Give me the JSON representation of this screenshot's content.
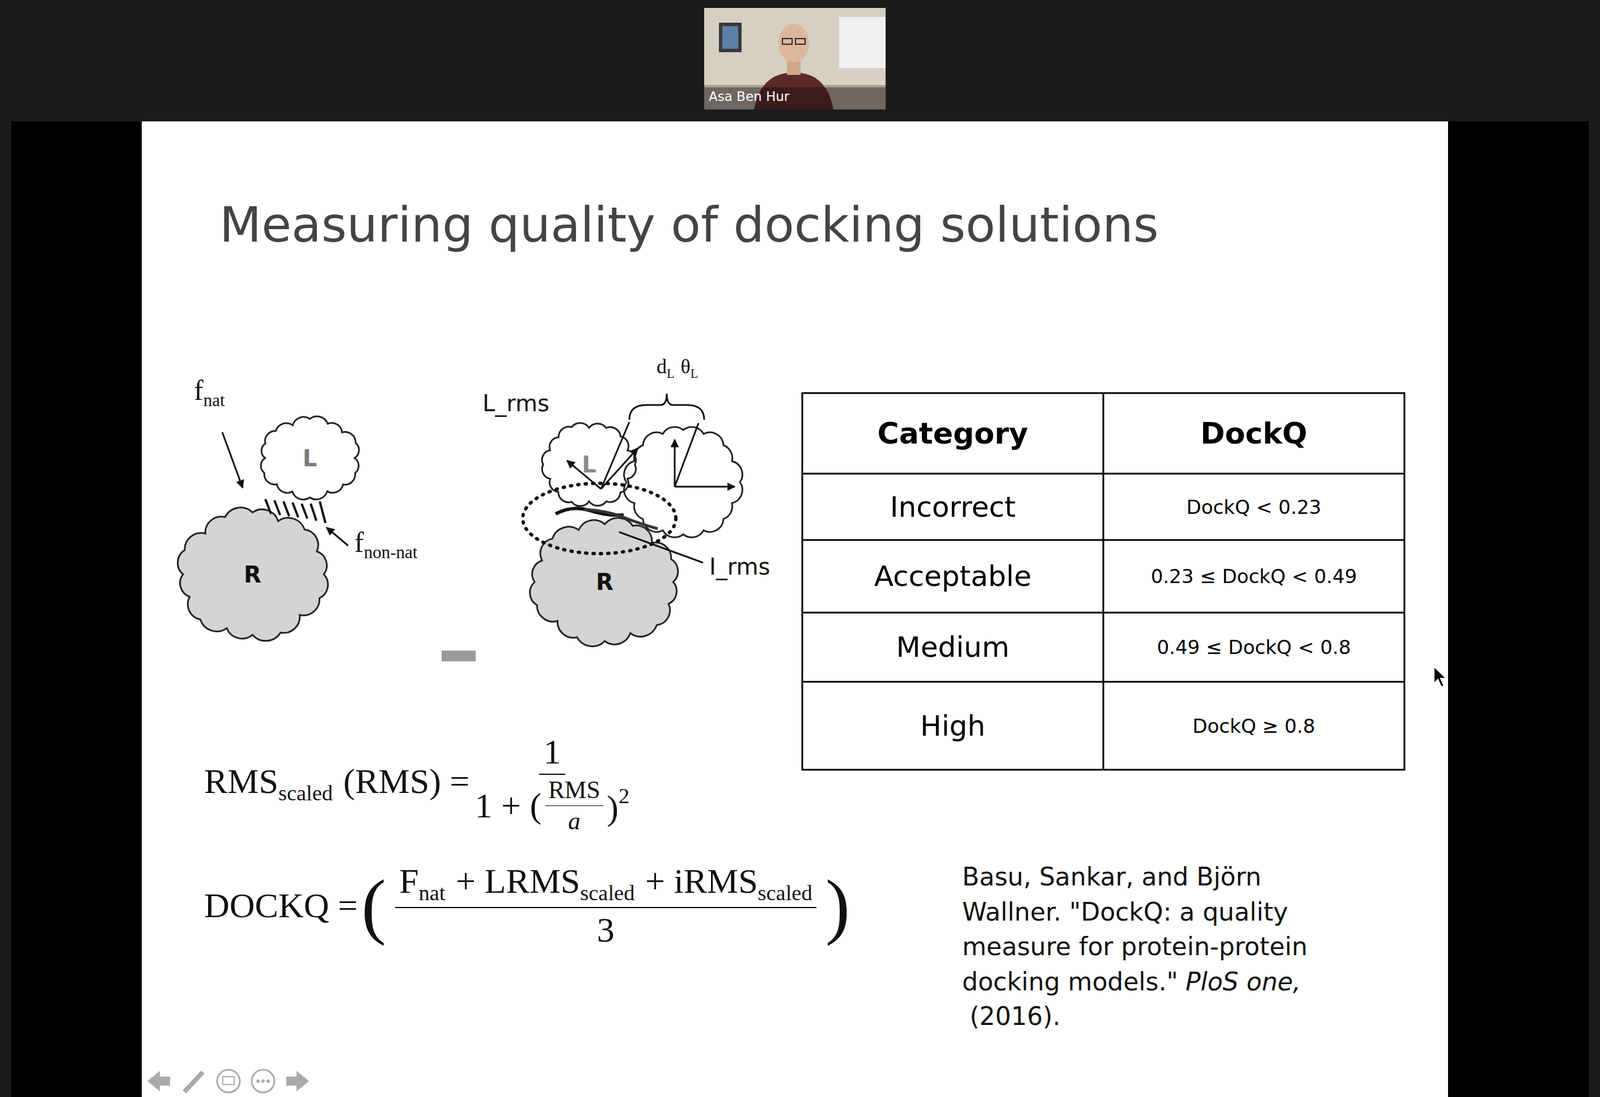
{
  "diagram": {
    "title": "Measuring quality of docking solutions",
    "nodes": [
      {
        "text": [
          "L"
        ]
      },
      {
        "text": [
          "R"
        ]
      },
      {
        "text": [
          "L"
        ]
      },
      {
        "text": [
          "R"
        ]
      }
    ],
    "labels": [
      "Asa Ben Hur",
      "f",
      "nat",
      "f",
      "non-nat",
      "L_rms",
      "d",
      "L",
      "θ",
      "L",
      "I_rms",
      "Category",
      "DockQ",
      "Incorrect",
      "DockQ < 0.23",
      "Acceptable",
      "0.23 ≤ DockQ < 0.49",
      "Medium",
      "0.49 ≤ DockQ < 0.8",
      "High",
      "DockQ ≥ 0.8",
      "RMS",
      "scaled",
      "(RMS) =",
      "1",
      "1 + (",
      "RMS",
      "a",
      ")",
      "2",
      "DOCKQ =",
      "(",
      "F",
      "nat",
      "+ LRMS",
      "scaled",
      "+ iRMS",
      "scaled",
      "3",
      ")",
      "Basu, Sankar, and Björn Wallner. \"DockQ: a quality measure for protein-protein docking models.\"",
      "PloS one,",
      "(2016)."
    ]
  }
}
